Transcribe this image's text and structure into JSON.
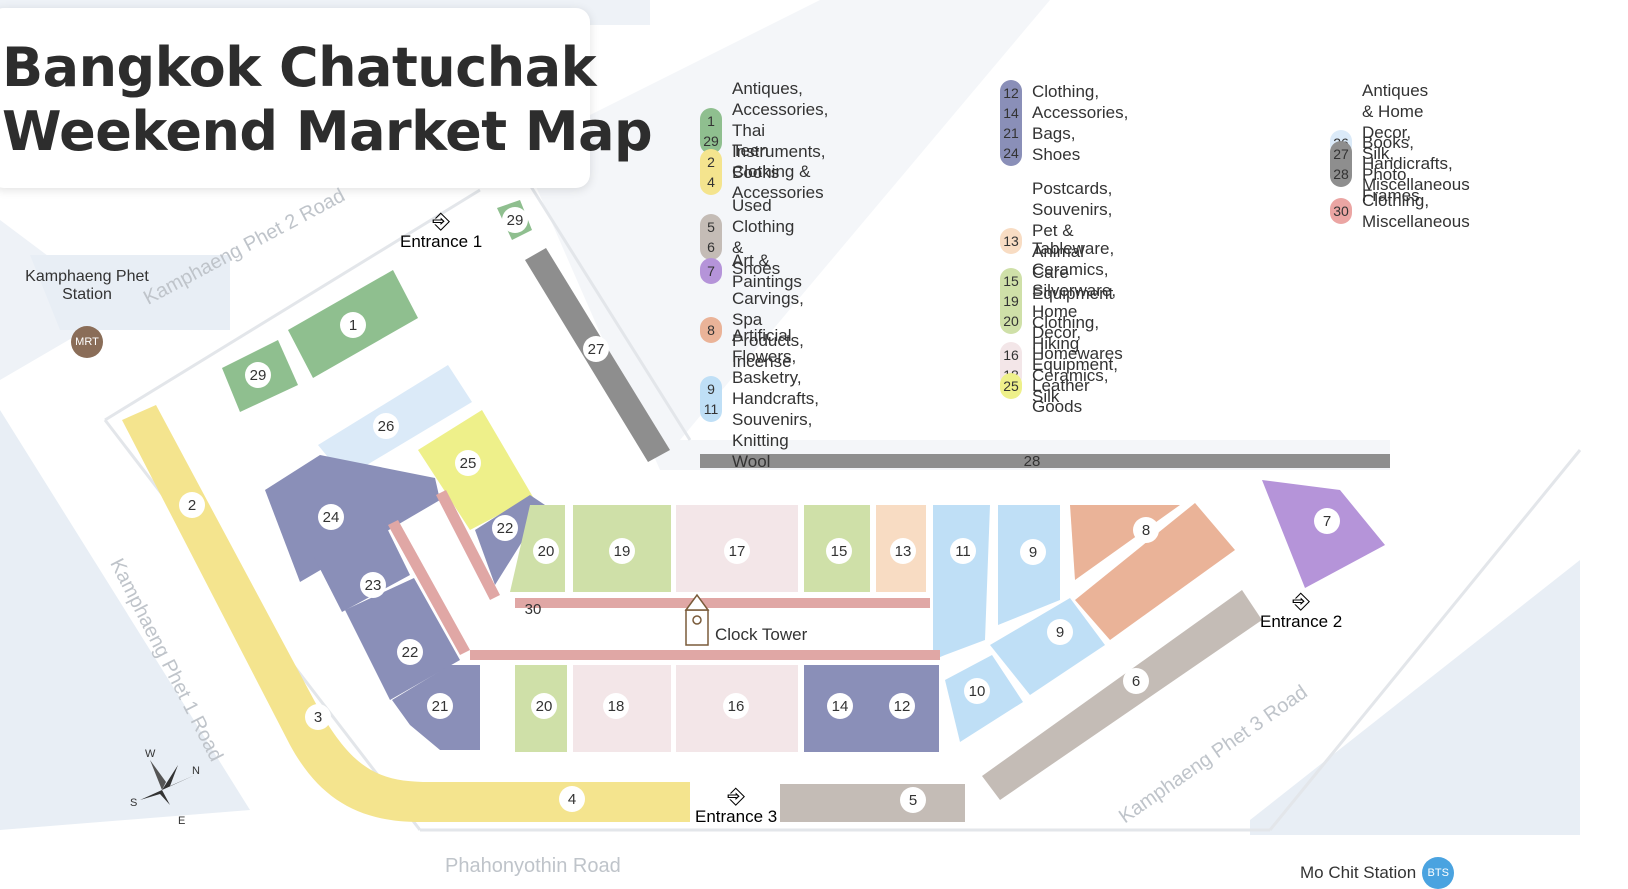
{
  "title": {
    "line1": "Bangkok Chatuchak",
    "line2": "Weekend Market Map"
  },
  "colors": {
    "green": "#8fbf8f",
    "yellow": "#f4e48e",
    "grey": "#c4bcb6",
    "darkgrey": "#8e8e8e",
    "purple": "#b594d9",
    "orange": "#eab398",
    "lightblue": "#bfdff6",
    "navy": "#8a8fb8",
    "peach": "#f8dcc3",
    "lightgreen": "#cfe0a8",
    "pink": "#f3e6e8",
    "paleblue": "#dbeaf8",
    "salmon": "#eba5a3",
    "lime": "#eef08a",
    "road": "#e8eef5",
    "stripe": "#e0a7a5"
  },
  "legend": [
    {
      "nums": [
        "1",
        "29"
      ],
      "color": "green",
      "text": "Antiques, Accessories,\nThai Instruments, Books"
    },
    {
      "nums": [
        "2",
        "4"
      ],
      "color": "yellow",
      "text": "Teen Clothing &\nAccessories"
    },
    {
      "nums": [
        "5",
        "6"
      ],
      "color": "grey",
      "text": "Used Clothing & Shoes"
    },
    {
      "nums": [
        "7"
      ],
      "color": "purple",
      "text": "Art & Paintings"
    },
    {
      "nums": [
        "8"
      ],
      "color": "orange",
      "text": "Carvings, Spa Products, Incense"
    },
    {
      "nums": [
        "9",
        "11"
      ],
      "color": "lightblue",
      "text": "Artificial Flowers, Basketry,\nHandcrafts, Souvenirs,\nKnitting Wool"
    },
    {
      "nums": [
        "12",
        "14",
        "21",
        "24"
      ],
      "color": "navy",
      "text": "Clothing, Accessories, Bags, Shoes"
    },
    {
      "nums": [
        "13"
      ],
      "color": "peach",
      "text": "Postcards, Souvenirs,\nPet & Animal Care Equipment"
    },
    {
      "nums": [
        "15",
        "19",
        "20"
      ],
      "color": "lightgreen",
      "text": "Tableware, Ceramics,\nSilverware, Home Decor,\nHomewares"
    },
    {
      "nums": [
        "16",
        "18"
      ],
      "color": "pink",
      "text": "Clothing, Hiking Equipment,\nLeather Goods"
    },
    {
      "nums": [
        "25"
      ],
      "color": "lime",
      "text": "Ceramics, Silk"
    },
    {
      "nums": [
        "26"
      ],
      "color": "paleblue",
      "text": "Antiques & Home Decor,\nSilk, Photo Frames"
    },
    {
      "nums": [
        "27",
        "28"
      ],
      "color": "darkgrey",
      "text": "Books, Handicrafts,\nMiscellaneous"
    },
    {
      "nums": [
        "30"
      ],
      "color": "salmon",
      "text": "Clothing,\nMiscellaneous"
    }
  ],
  "roads": {
    "kp2": "Kamphaeng Phet 2 Road",
    "kp1": "Kamphaeng Phet 1 Road",
    "kp3": "Kamphaeng Phet 3 Road",
    "phahon": "Phahonyothin Road"
  },
  "stations": {
    "mrt_name": "Kamphaeng Phet\nStation",
    "mrt_badge": "MRT",
    "bts_name": "Mo Chit Station",
    "bts_badge": "BTS"
  },
  "entrances": {
    "e1": "Entrance 1",
    "e2": "Entrance 2",
    "e3": "Entrance 3"
  },
  "landmark": {
    "clock_tower": "Clock Tower"
  },
  "compass": {
    "n": "N",
    "s": "S",
    "e": "E",
    "w": "W"
  },
  "sections": [
    {
      "num": "1",
      "color": "green"
    },
    {
      "num": "29",
      "color": "green"
    },
    {
      "num": "29",
      "color": "green"
    },
    {
      "num": "2",
      "color": "yellow"
    },
    {
      "num": "3",
      "color": "yellow"
    },
    {
      "num": "4",
      "color": "yellow"
    },
    {
      "num": "5",
      "color": "grey"
    },
    {
      "num": "6",
      "color": "grey"
    },
    {
      "num": "7",
      "color": "purple"
    },
    {
      "num": "8",
      "color": "orange"
    },
    {
      "num": "9",
      "color": "lightblue"
    },
    {
      "num": "9",
      "color": "lightblue"
    },
    {
      "num": "10",
      "color": "lightblue"
    },
    {
      "num": "11",
      "color": "lightblue"
    },
    {
      "num": "12",
      "color": "navy"
    },
    {
      "num": "13",
      "color": "peach"
    },
    {
      "num": "14",
      "color": "navy"
    },
    {
      "num": "15",
      "color": "lightgreen"
    },
    {
      "num": "16",
      "color": "pink"
    },
    {
      "num": "17",
      "color": "pink"
    },
    {
      "num": "18",
      "color": "pink"
    },
    {
      "num": "19",
      "color": "lightgreen"
    },
    {
      "num": "20",
      "color": "lightgreen"
    },
    {
      "num": "20",
      "color": "lightgreen"
    },
    {
      "num": "21",
      "color": "navy"
    },
    {
      "num": "22",
      "color": "navy"
    },
    {
      "num": "22",
      "color": "navy"
    },
    {
      "num": "23",
      "color": "navy"
    },
    {
      "num": "24",
      "color": "navy"
    },
    {
      "num": "25",
      "color": "lime"
    },
    {
      "num": "26",
      "color": "paleblue"
    },
    {
      "num": "27",
      "color": "darkgrey"
    },
    {
      "num": "28",
      "color": "darkgrey"
    },
    {
      "num": "30",
      "color": "salmon"
    }
  ]
}
